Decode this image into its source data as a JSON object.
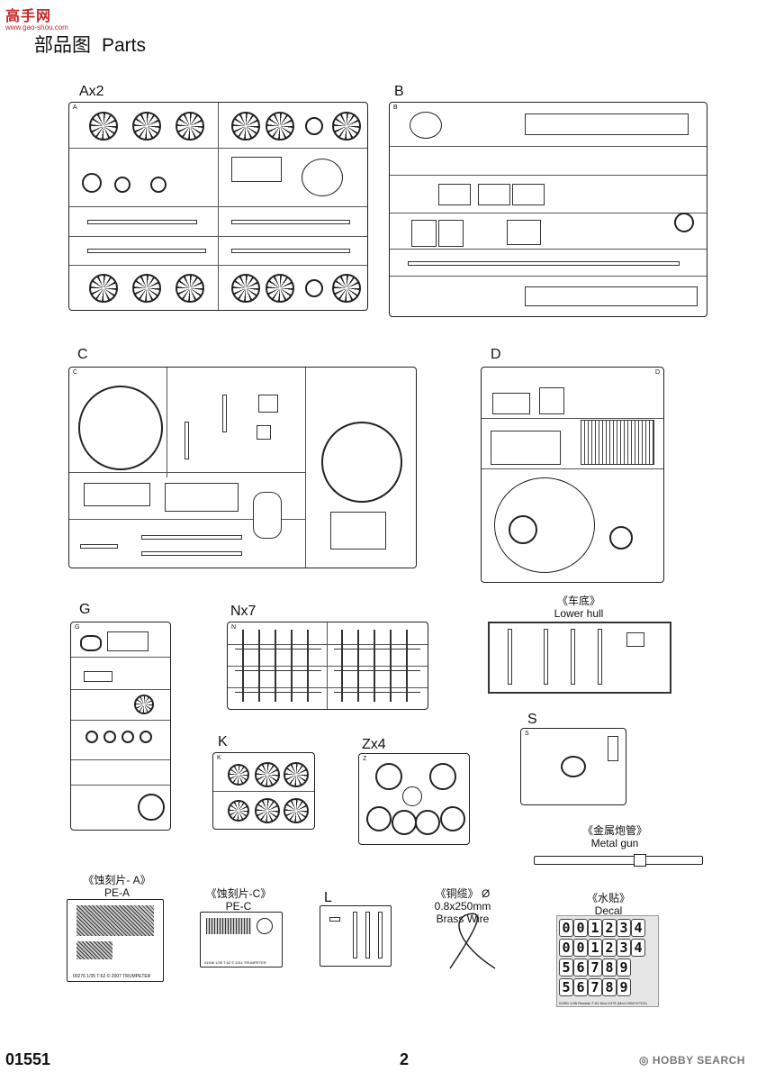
{
  "watermark": {
    "cn": "高手网",
    "url": "www.gao-shou.com"
  },
  "page_title": {
    "cn": "部品图",
    "en": "Parts"
  },
  "sprues": {
    "A": {
      "label": "Ax2",
      "tag": "A"
    },
    "B": {
      "label": "B",
      "tag": "B"
    },
    "C": {
      "label": "C",
      "tag": "C"
    },
    "D": {
      "label": "D",
      "tag": "D"
    },
    "G": {
      "label": "G",
      "tag": "G"
    },
    "N": {
      "label": "Nx7",
      "tag": "N"
    },
    "K": {
      "label": "K",
      "tag": "K"
    },
    "Z": {
      "label": "Zx4",
      "tag": "Z"
    },
    "S": {
      "label": "S",
      "tag": "S"
    },
    "L": {
      "label": "L"
    }
  },
  "lower_hull": {
    "cn": "《车底》",
    "en": "Lower hull"
  },
  "metal_gun": {
    "cn": "《金属炮管》",
    "en": "Metal gun"
  },
  "pe_a": {
    "cn": "《蚀刻片- A》",
    "en": "PE-A",
    "code": "00276 1/35 T-62  © 2007 TRUMPETER"
  },
  "pe_c": {
    "cn": "《蚀刻片-C》",
    "en": "PE-C",
    "code": "01546 1/35 T-62 © 2011 TRUMPETER"
  },
  "brass_wire": {
    "cn": "《铜缆》",
    "spec": "Ø 0.8x250mm",
    "en": "Brass Wire"
  },
  "decal": {
    "cn": "《水贴》",
    "en": "Decal",
    "rows": [
      [
        "0",
        "0",
        "1",
        "2",
        "3",
        "4"
      ],
      [
        "0",
        "0",
        "1",
        "2",
        "3",
        "4"
      ],
      [
        "5",
        "6",
        "7",
        "8",
        "9"
      ],
      [
        "5",
        "6",
        "7",
        "8",
        "9"
      ]
    ],
    "footer": "01551 1/35 Russian T-62 Mod.1975 (Mod.1962+KTD2)"
  },
  "footer": {
    "code": "01551",
    "page": "2",
    "brand": "HOBBY SEARCH"
  },
  "icons": [
    "wheel-icon",
    "hobby-search-logo-icon"
  ]
}
